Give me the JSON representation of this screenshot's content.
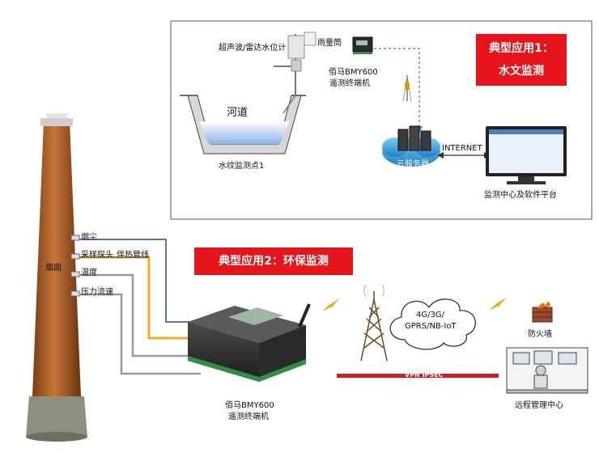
{
  "app1": {
    "title_line1": "典型应用1：",
    "title_line2": "水文监测",
    "sensor_label": "超声波/雷达水位计",
    "rain_gauge_label": "雨量筒",
    "terminal_name": "佰马BMY600",
    "terminal_sub": "遥测终端机",
    "river_label": "河道",
    "point_label": "水纹监测点1",
    "cloud_label": "云服务器",
    "internet_label": "INTERNET",
    "center_label": "监测中心及软件平台"
  },
  "app2": {
    "title": "典型应用2：环保监测",
    "chimney_label": "烟囱",
    "dust_label": "烟尘",
    "probe_label": "采样探头",
    "heat_line_label": "伴热管线",
    "temp_label": "温度",
    "pressure_label": "压力流速",
    "terminal_name": "佰马BMY600",
    "terminal_sub": "遥测终端机",
    "network_line1": "4G/3G/",
    "network_line2": "GPRS/NB-IoT",
    "vpn_label": "VPN   IPSEC",
    "firewall_label": "防火墙",
    "remote_label": "远程管理中心"
  },
  "colors": {
    "badge_red": "#e8141b",
    "chimney_brown": "#b5651d",
    "heat_line_yellow": "#f2b01e",
    "cable_blue": "#2e4a7a",
    "vpn_red": "#d61c1c",
    "dashed_blue": "#3a7bd5"
  }
}
